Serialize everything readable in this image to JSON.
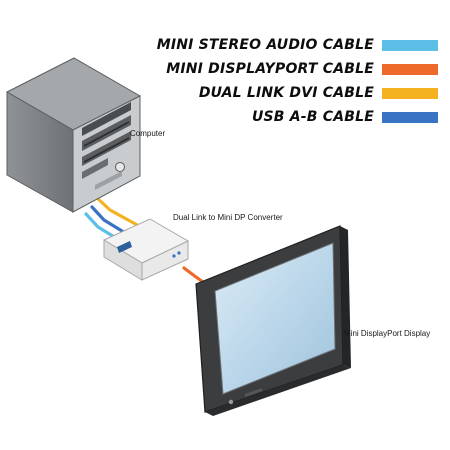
{
  "legend": [
    {
      "label": "MINI STEREO AUDIO CABLE",
      "color": "#5bbfe8"
    },
    {
      "label": "MINI DISPLAYPORT CABLE",
      "color": "#ee6a2a"
    },
    {
      "label": "DUAL LINK DVI CABLE",
      "color": "#f5b220"
    },
    {
      "label": "USB A-B CABLE",
      "color": "#3a72c4"
    }
  ],
  "labels": {
    "computer": "Computer",
    "converter": "Dual Link to Mini DP Converter",
    "display": "Mini DisplayPort Display"
  },
  "icons": {
    "computer": "desktop-tower-icon",
    "converter": "converter-box-icon",
    "display": "monitor-icon"
  }
}
